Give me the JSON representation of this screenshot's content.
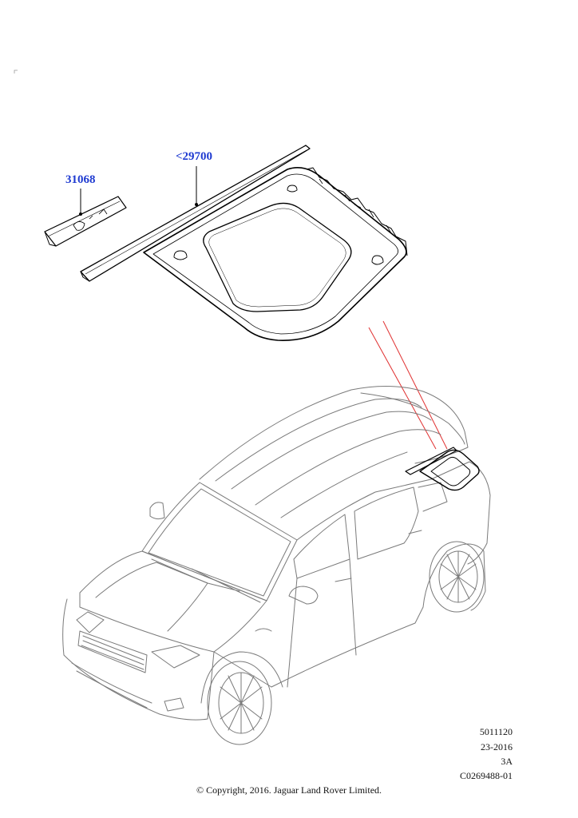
{
  "callouts": {
    "part_29700": "<29700",
    "part_31068": "31068"
  },
  "metadata": {
    "line1": "5011120",
    "line2": "23-2016",
    "line3": "3A",
    "line4": "C0269488-01"
  },
  "copyright": "© Copyright, 2016. Jaguar Land Rover Limited.",
  "colors": {
    "callout_text": "#1f3bd1",
    "leader_line": "#e03030",
    "outline": "#000000",
    "car_outline": "#7a7a7a"
  }
}
